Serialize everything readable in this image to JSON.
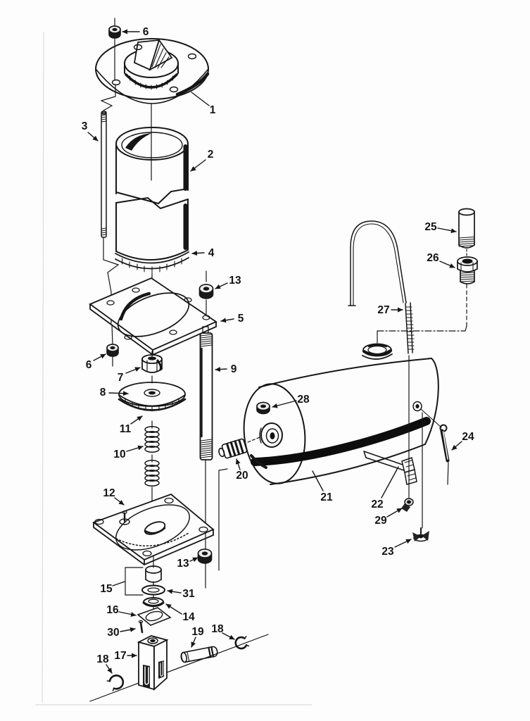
{
  "colors": {
    "ink": "#161616",
    "paper": "#fdfdfd"
  },
  "figure": {
    "callouts": [
      {
        "label": "6"
      },
      {
        "label": "1"
      },
      {
        "label": "3"
      },
      {
        "label": "2"
      },
      {
        "label": "4"
      },
      {
        "label": "13"
      },
      {
        "label": "5"
      },
      {
        "label": "6"
      },
      {
        "label": "7"
      },
      {
        "label": "8"
      },
      {
        "label": "11"
      },
      {
        "label": "10"
      },
      {
        "label": "9"
      },
      {
        "label": "12"
      },
      {
        "label": "20"
      },
      {
        "label": "13"
      },
      {
        "label": "15"
      },
      {
        "label": "31"
      },
      {
        "label": "14"
      },
      {
        "label": "16"
      },
      {
        "label": "30"
      },
      {
        "label": "17"
      },
      {
        "label": "19"
      },
      {
        "label": "18"
      },
      {
        "label": "18"
      },
      {
        "label": "28"
      },
      {
        "label": "21"
      },
      {
        "label": "22"
      },
      {
        "label": "29"
      },
      {
        "label": "23"
      },
      {
        "label": "24"
      },
      {
        "label": "25"
      },
      {
        "label": "26"
      },
      {
        "label": "27"
      }
    ]
  }
}
